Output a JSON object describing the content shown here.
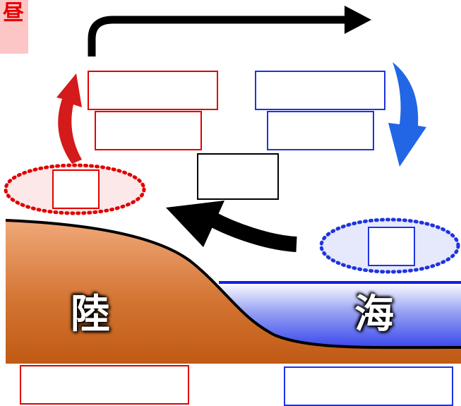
{
  "header": {
    "time_label": "昼"
  },
  "regions": {
    "land_label": "陸",
    "sea_label": "海"
  },
  "colors": {
    "land_top": "#f0a878",
    "land_bottom": "#c05a14",
    "sea_top": "#ffffff",
    "sea_bottom": "#1020e8",
    "rising_air_arrow": "#d41a1a",
    "sinking_air_arrow": "#2266e6",
    "upper_wind_arrow": "#000000",
    "sea_breeze_arrow": "#000000"
  },
  "icons": {
    "rising": "red-curved-up-arrow",
    "sinking": "blue-curved-down-arrow",
    "upper": "black-arrow-right",
    "breeze": "black-arrow-left"
  }
}
